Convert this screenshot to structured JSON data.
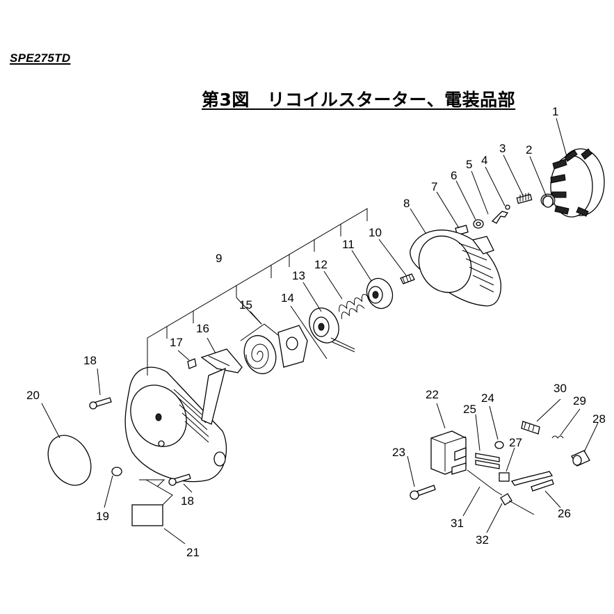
{
  "header": {
    "model": "SPE275TD",
    "title": "第3図　リコイルスターター、電装品部"
  },
  "callouts": [
    "1",
    "2",
    "3",
    "4",
    "5",
    "6",
    "7",
    "8",
    "9",
    "10",
    "11",
    "12",
    "13",
    "14",
    "15",
    "16",
    "17",
    "18",
    "18",
    "19",
    "20",
    "21",
    "22",
    "23",
    "24",
    "25",
    "26",
    "27",
    "28",
    "29",
    "30",
    "31",
    "32"
  ]
}
